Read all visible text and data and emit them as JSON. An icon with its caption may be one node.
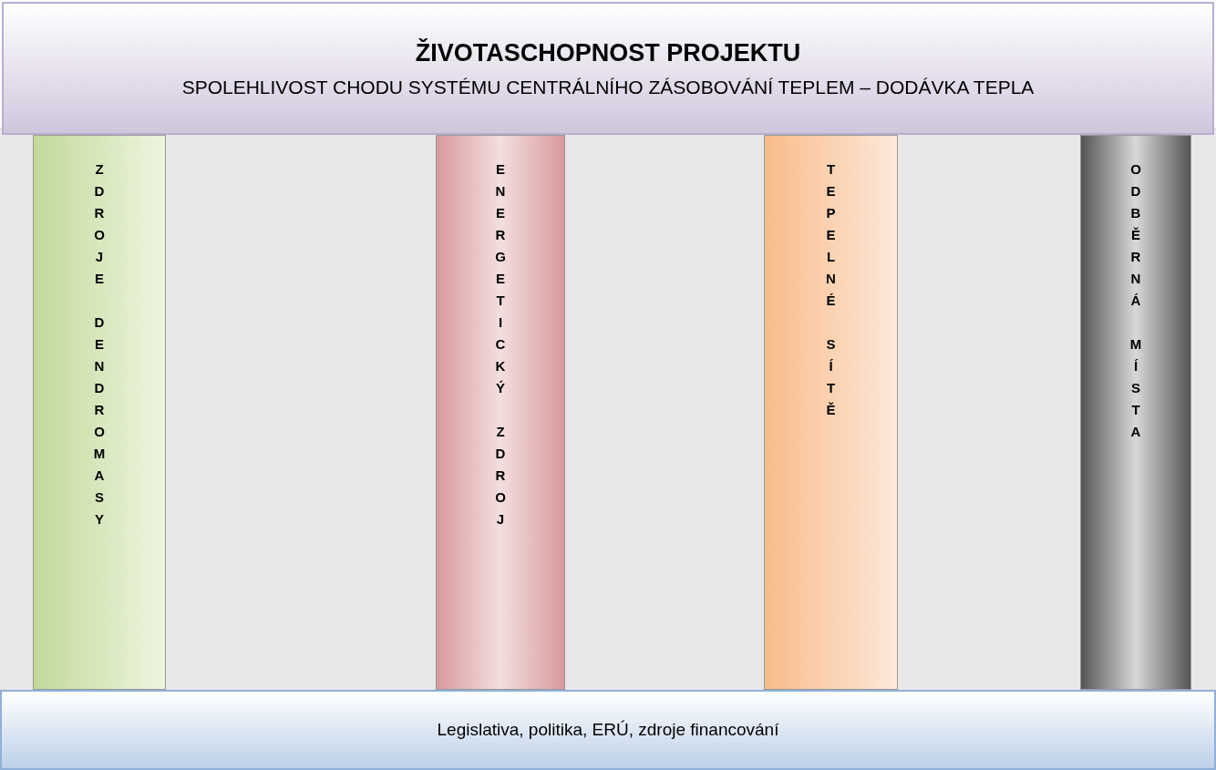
{
  "diagram": {
    "nodes": [
      {
        "text": [
          "ŽIVOTASCHOPNOST PROJEKTU",
          "SPOLEHLIVOST CHODU SYSTÉMU CENTRÁLNÍHO ZÁSOBOVÁNÍ TEPLEM – DODÁVKA TEPLA"
        ]
      },
      {
        "text": [
          "ZDROJE DENDROMASY"
        ]
      },
      {
        "text": [
          "ENERGETICKÝ ZDROJ"
        ]
      },
      {
        "text": [
          "TEPELNÉ SÍTĚ"
        ]
      },
      {
        "text": [
          "ODBĚRNÁ MÍSTA"
        ]
      },
      {
        "text": [
          "Legislativa, politika, ERÚ, zdroje financování"
        ]
      }
    ],
    "edges": []
  }
}
